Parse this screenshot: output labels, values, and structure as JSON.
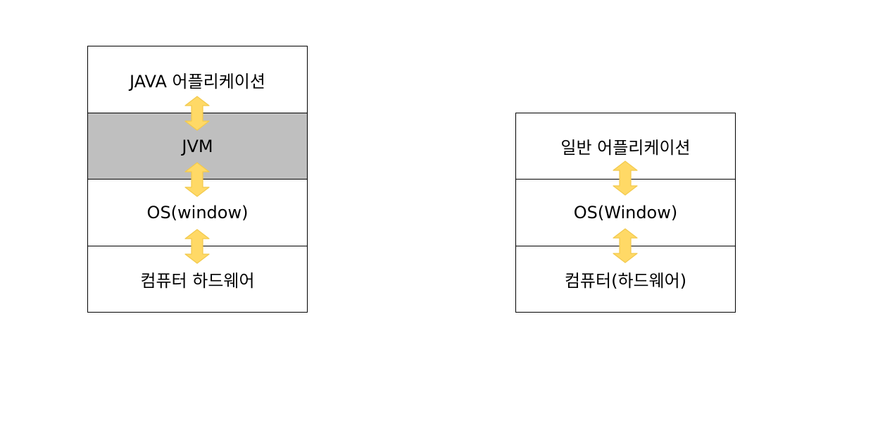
{
  "colors": {
    "layer_fill": "#ffffff",
    "jvm_fill": "#bfbfbf",
    "border": "#000000",
    "arrow_fill": "#ffd966",
    "arrow_stroke": "#f2c94c"
  },
  "java_stack": {
    "layers": [
      {
        "label": "JAVA 어플리케이션",
        "fill": "#ffffff"
      },
      {
        "label": "JVM",
        "fill": "#bfbfbf"
      },
      {
        "label": "OS(window)",
        "fill": "#ffffff"
      },
      {
        "label": "컴퓨터 하드웨어",
        "fill": "#ffffff"
      }
    ]
  },
  "general_stack": {
    "layers": [
      {
        "label": "일반 어플리케이션",
        "fill": "#ffffff"
      },
      {
        "label": "OS(Window)",
        "fill": "#ffffff"
      },
      {
        "label": "컴퓨터(하드웨어)",
        "fill": "#ffffff"
      }
    ]
  },
  "arrow_icon": "double-headed-vertical-arrow"
}
